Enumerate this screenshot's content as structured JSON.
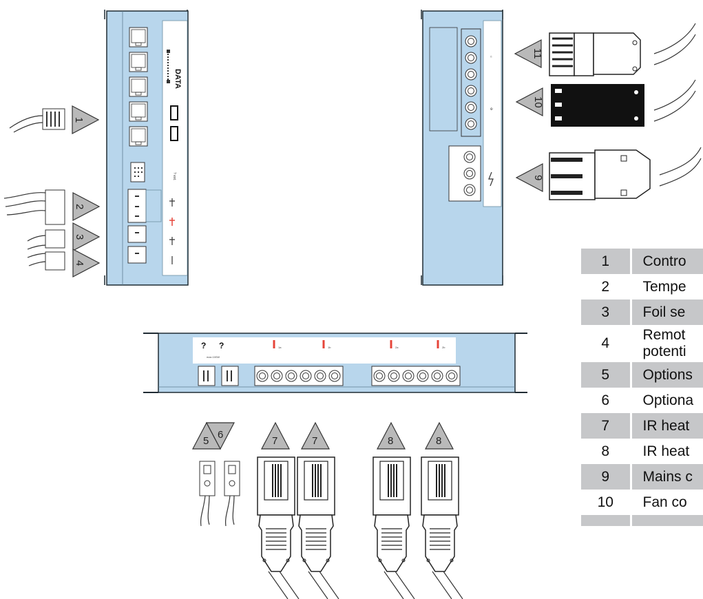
{
  "colors": {
    "housing": "#b8d6ec",
    "housing_edge": "#1f2b33",
    "label_panel": "#ffffff",
    "triangle": "#b9b9b9",
    "row_shade": "#c6c7c9",
    "accent_red": "#e6453a"
  },
  "panels": {
    "left": {
      "data_label": "DATA"
    },
    "bottom": {
      "fan_labels": [
        "?",
        "?"
      ],
      "fan_rating": "max.100W",
      "heater_labels": [
        "1a",
        "1b",
        "2a",
        "2b"
      ]
    }
  },
  "callouts": {
    "c1": "1",
    "c2": "2",
    "c3": "3",
    "c4": "4",
    "c5": "5",
    "c6": "6",
    "c7a": "7",
    "c7b": "7",
    "c8a": "8",
    "c8b": "8",
    "c9": "9",
    "c10": "10",
    "c11": "11"
  },
  "legend": [
    {
      "number": "1",
      "text": "Contro",
      "shaded": true
    },
    {
      "number": "2",
      "text": "Tempe",
      "shaded": false
    },
    {
      "number": "3",
      "text": "Foil se",
      "shaded": true
    },
    {
      "number": "4",
      "text": "Remot potenti",
      "shaded": false
    },
    {
      "number": "5",
      "text": "Options",
      "shaded": true
    },
    {
      "number": "6",
      "text": "Optiona",
      "shaded": false
    },
    {
      "number": "7",
      "text": "IR heat",
      "shaded": true
    },
    {
      "number": "8",
      "text": "IR heat",
      "shaded": false
    },
    {
      "number": "9",
      "text": "Mains c",
      "shaded": true
    },
    {
      "number": "10",
      "text": "Fan co",
      "shaded": false
    }
  ]
}
